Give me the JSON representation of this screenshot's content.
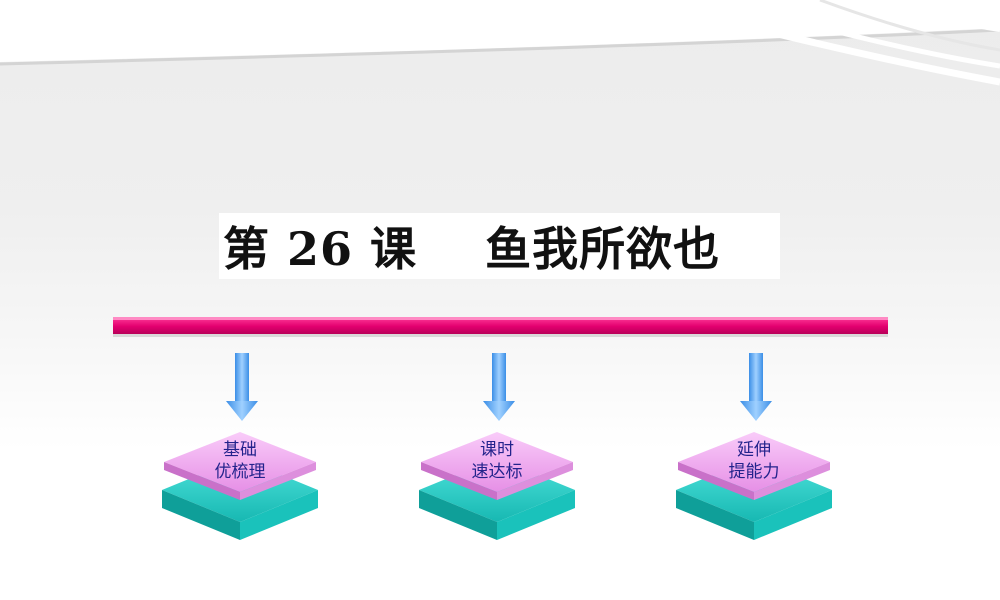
{
  "slide": {
    "title": "第 26 课    鱼我所欲也"
  },
  "nav": [
    {
      "line1": "基础",
      "line2": "优梳理"
    },
    {
      "line1": "课时",
      "line2": "速达标"
    },
    {
      "line1": "延伸",
      "line2": "提能力"
    }
  ],
  "colors": {
    "divider": "#e3006f",
    "arrow": "#5aa6ee",
    "top_diamond": "#f2a8f2",
    "bottom_diamond": "#29cfc8",
    "label_text": "#23238c"
  }
}
